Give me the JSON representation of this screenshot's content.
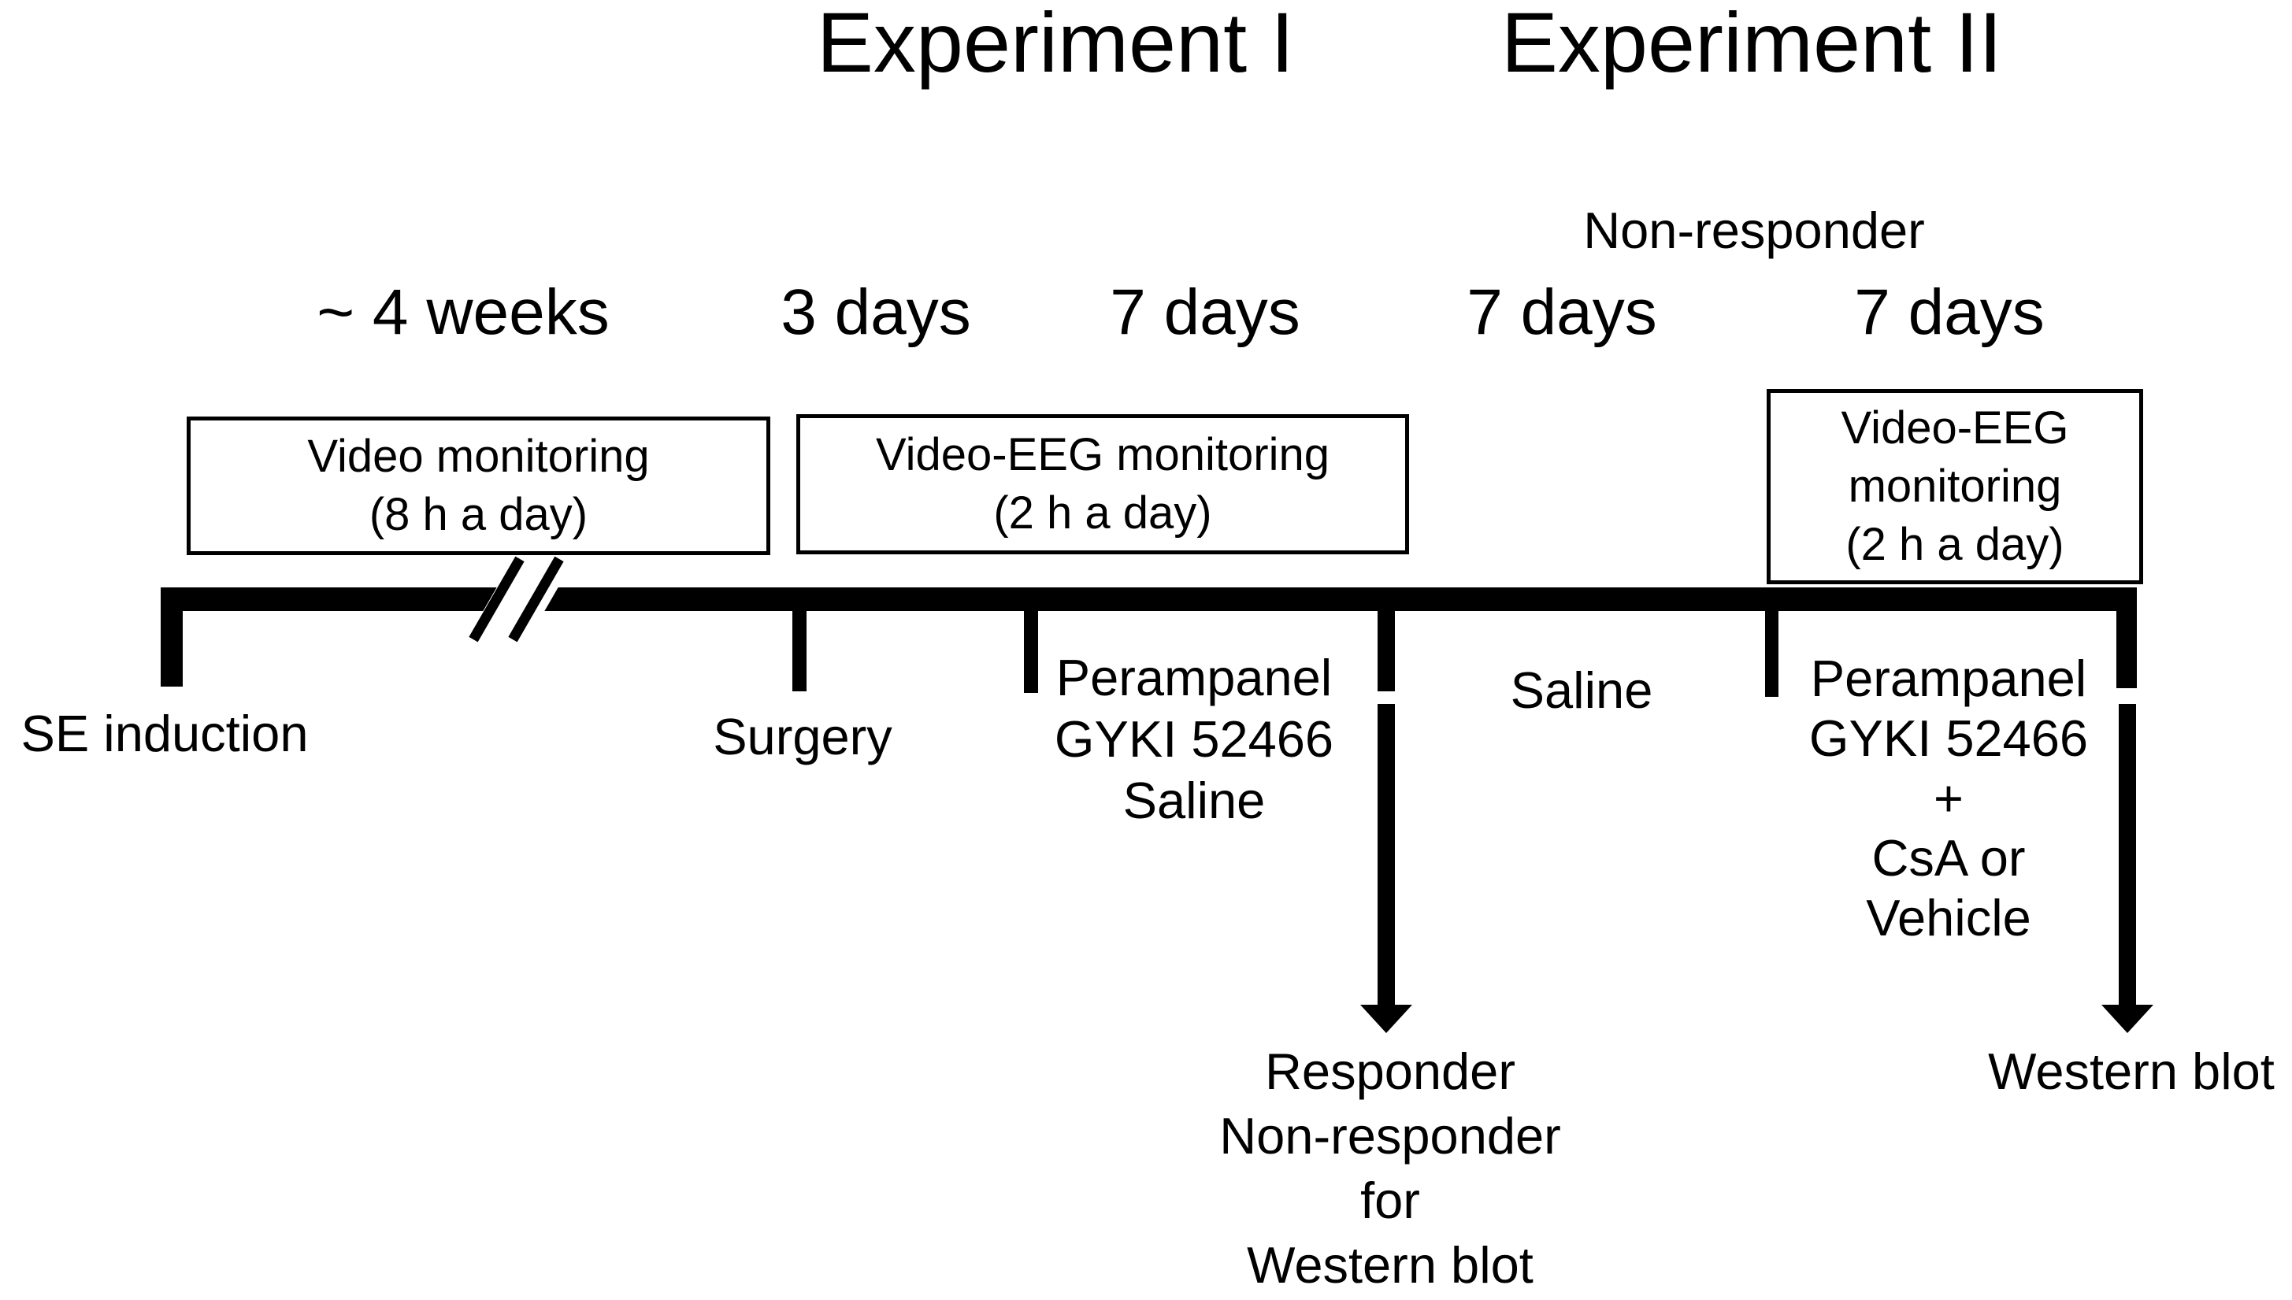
{
  "figure": {
    "titles": {
      "experiment1": "Experiment I",
      "experiment2": "Experiment II"
    },
    "non_responder_note": "Non-responder",
    "durations": [
      "~ 4 weeks",
      "3 days",
      "7 days",
      "7 days",
      "7 days"
    ],
    "monitoring_boxes": [
      {
        "lines": [
          "Video monitoring",
          "(8 h a day)"
        ]
      },
      {
        "lines": [
          "Video-EEG monitoring",
          "(2 h a day)"
        ]
      },
      {
        "lines": [
          "Video-EEG",
          "monitoring",
          "(2 h a day)"
        ]
      }
    ],
    "timeline_labels": {
      "se_induction": "SE induction",
      "surgery": "Surgery",
      "treatment_exp1": {
        "lines": [
          "Perampanel",
          "GYKI 52466",
          "Saline"
        ]
      },
      "saline_period": "Saline",
      "treatment_exp2": {
        "lines": [
          "Perampanel",
          "GYKI 52466",
          "+",
          "CsA or",
          "Vehicle"
        ]
      },
      "outcome_exp1": {
        "lines": [
          "Responder",
          "Non-responder",
          "for",
          "Western blot"
        ]
      },
      "outcome_exp2": "Western blot"
    },
    "colors": {
      "ink": "#000000",
      "background": "#ffffff"
    }
  }
}
